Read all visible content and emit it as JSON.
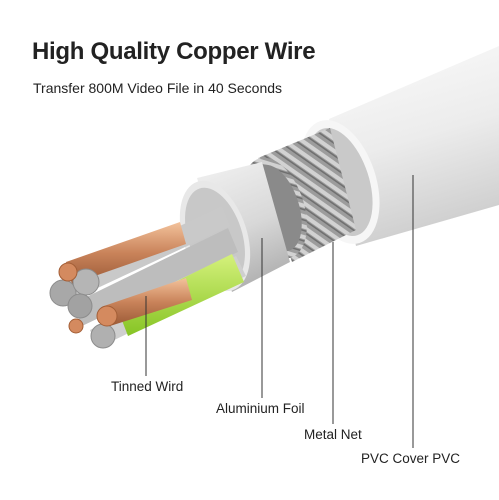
{
  "header": {
    "title": "High Quality Copper Wire",
    "subtitle": "Transfer 800M Video File in 40 Seconds"
  },
  "labels": {
    "tinned": "Tinned Wird",
    "foil": "Aluminium Foil",
    "net": "Metal Net",
    "pvc": "PVC Cover PVC"
  }
}
